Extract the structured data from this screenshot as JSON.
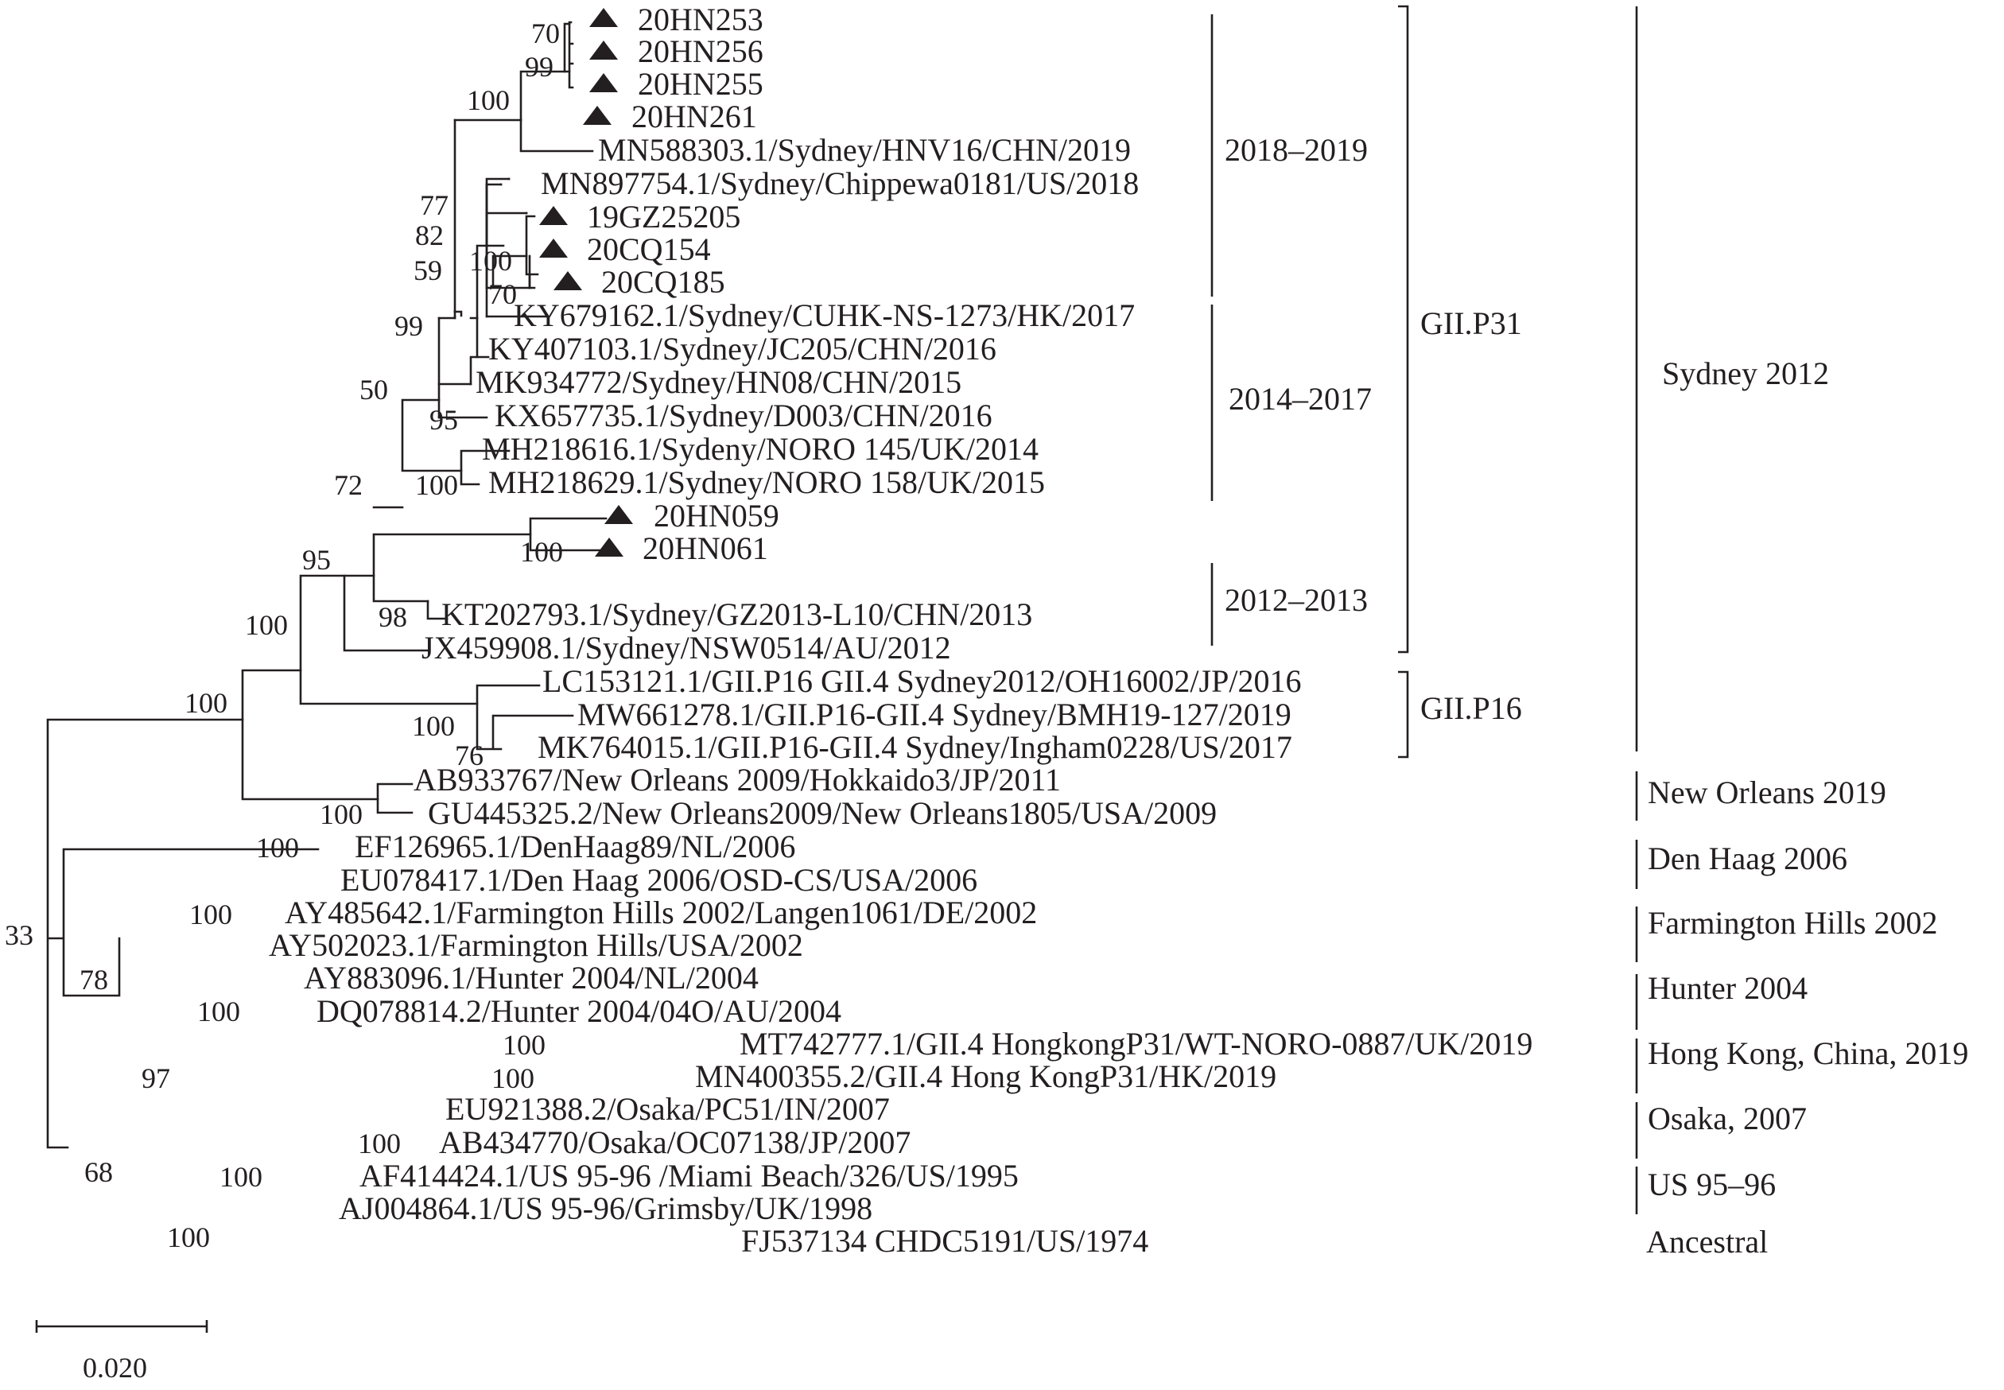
{
  "tree": {
    "leaves": [
      {
        "id": "L1",
        "label": "20HN253",
        "marked": true
      },
      {
        "id": "L2",
        "label": "20HN256",
        "marked": true
      },
      {
        "id": "L3",
        "label": "20HN255",
        "marked": true
      },
      {
        "id": "L4",
        "label": "20HN261",
        "marked": true
      },
      {
        "id": "L5",
        "label": "MN588303.1/Sydney/HNV16/CHN/2019",
        "marked": false
      },
      {
        "id": "L6",
        "label": "MN897754.1/Sydney/Chippewa0181/US/2018",
        "marked": false
      },
      {
        "id": "L7",
        "label": "19GZ25205",
        "marked": true
      },
      {
        "id": "L8",
        "label": "20CQ154",
        "marked": true
      },
      {
        "id": "L9",
        "label": "20CQ185",
        "marked": true
      },
      {
        "id": "L10",
        "label": "KY679162.1/Sydney/CUHK-NS-1273/HK/2017",
        "marked": false
      },
      {
        "id": "L11",
        "label": "KY407103.1/Sydney/JC205/CHN/2016",
        "marked": false
      },
      {
        "id": "L12",
        "label": "MK934772/Sydney/HN08/CHN/2015",
        "marked": false
      },
      {
        "id": "L13",
        "label": "KX657735.1/Sydney/D003/CHN/2016",
        "marked": false
      },
      {
        "id": "L14",
        "label": "MH218616.1/Sydeny/NORO 145/UK/2014",
        "marked": false
      },
      {
        "id": "L15",
        "label": "MH218629.1/Sydney/NORO 158/UK/2015",
        "marked": false
      },
      {
        "id": "L16",
        "label": "20HN059",
        "marked": true
      },
      {
        "id": "L17",
        "label": "20HN061",
        "marked": true
      },
      {
        "id": "L18",
        "label": "KT202793.1/Sydney/GZ2013-L10/CHN/2013",
        "marked": false
      },
      {
        "id": "L19",
        "label": "JX459908.1/Sydney/NSW0514/AU/2012",
        "marked": false
      },
      {
        "id": "L20",
        "label": "LC153121.1/GII.P16 GII.4 Sydney2012/OH16002/JP/2016",
        "marked": false
      },
      {
        "id": "L21",
        "label": "MW661278.1/GII.P16-GII.4 Sydney/BMH19-127/2019",
        "marked": false
      },
      {
        "id": "L22",
        "label": "MK764015.1/GII.P16-GII.4 Sydney/Ingham0228/US/2017",
        "marked": false
      },
      {
        "id": "L23",
        "label": "AB933767/New Orleans 2009/Hokkaido3/JP/2011",
        "marked": false
      },
      {
        "id": "L24",
        "label": "GU445325.2/New Orleans2009/New Orleans1805/USA/2009",
        "marked": false
      },
      {
        "id": "L25",
        "label": "EF126965.1/DenHaag89/NL/2006",
        "marked": false
      },
      {
        "id": "L26",
        "label": "EU078417.1/Den Haag 2006/OSD-CS/USA/2006",
        "marked": false
      },
      {
        "id": "L27",
        "label": "AY485642.1/Farmington Hills 2002/Langen1061/DE/2002",
        "marked": false
      },
      {
        "id": "L28",
        "label": "AY502023.1/Farmington Hills/USA/2002",
        "marked": false
      },
      {
        "id": "L29",
        "label": "AY883096.1/Hunter 2004/NL/2004",
        "marked": false
      },
      {
        "id": "L30",
        "label": "DQ078814.2/Hunter 2004/04O/AU/2004",
        "marked": false
      },
      {
        "id": "L31",
        "label": "MT742777.1/GII.4 HongkongP31/WT-NORO-0887/UK/2019",
        "marked": false
      },
      {
        "id": "L32",
        "label": "MN400355.2/GII.4 Hong KongP31/HK/2019",
        "marked": false
      },
      {
        "id": "L33",
        "label": "EU921388.2/Osaka/PC51/IN/2007",
        "marked": false
      },
      {
        "id": "L34",
        "label": "AB434770/Osaka/OC07138/JP/2007",
        "marked": false
      },
      {
        "id": "L35",
        "label": "AF414424.1/US 95-96 /Miami Beach/326/US/1995",
        "marked": false
      },
      {
        "id": "L36",
        "label": "AJ004864.1/US 95-96/Grimsby/UK/1998",
        "marked": false
      },
      {
        "id": "L37",
        "label": "FJ537134 CHDC5191/US/1974",
        "marked": false
      }
    ],
    "bootstrap_values": [
      "70",
      "99",
      "100",
      "77",
      "82",
      "100",
      "70",
      "59",
      "99",
      "95",
      "50",
      "100",
      "72",
      "100",
      "98",
      "95",
      "100",
      "100",
      "76",
      "100",
      "100",
      "100",
      "100",
      "100",
      "78",
      "100",
      "33",
      "100",
      "100",
      "97",
      "100",
      "100",
      "68"
    ],
    "period_labels": [
      "2018–2019",
      "2014–2017",
      "2012–2013"
    ],
    "polymerase_labels": [
      "GII.P31",
      "GII.P16"
    ],
    "variant_labels": [
      "Sydney 2012",
      "New Orleans 2019",
      "Den Haag 2006",
      "Farmington Hills 2002",
      "Hunter 2004",
      "Hong Kong, China, 2019",
      "Osaka, 2007",
      "US 95–96",
      "Ancestral"
    ],
    "scale_bar_label": "0.020"
  }
}
